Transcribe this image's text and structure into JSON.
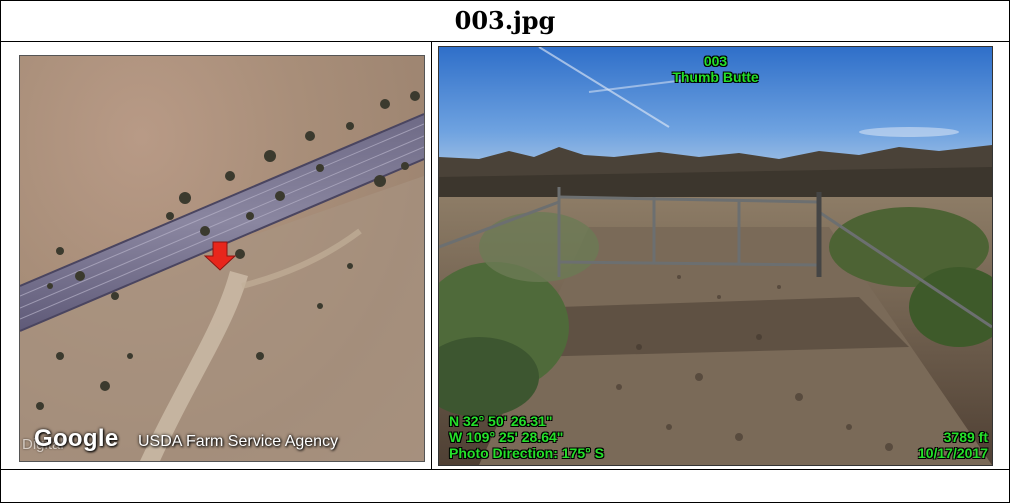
{
  "header": {
    "filename": "003.jpg"
  },
  "map": {
    "logo_text": "Google",
    "credit_text": "USDA Farm Service Agency",
    "credit_prefix": "Digital"
  },
  "photo": {
    "overlay_top": [
      "003",
      "Thumb Butte"
    ],
    "overlay_bottom_left": [
      "N 32° 50' 26.31\"",
      "W 109° 25' 28.64\"",
      "Photo Direction: 175° S"
    ],
    "overlay_bottom_right": [
      "3789 ft",
      "10/17/2017"
    ]
  },
  "colors": {
    "overlay_text": "#25e02a",
    "marker": "#e8261c"
  },
  "icons": {
    "location_marker": "down-arrow-marker-icon"
  }
}
